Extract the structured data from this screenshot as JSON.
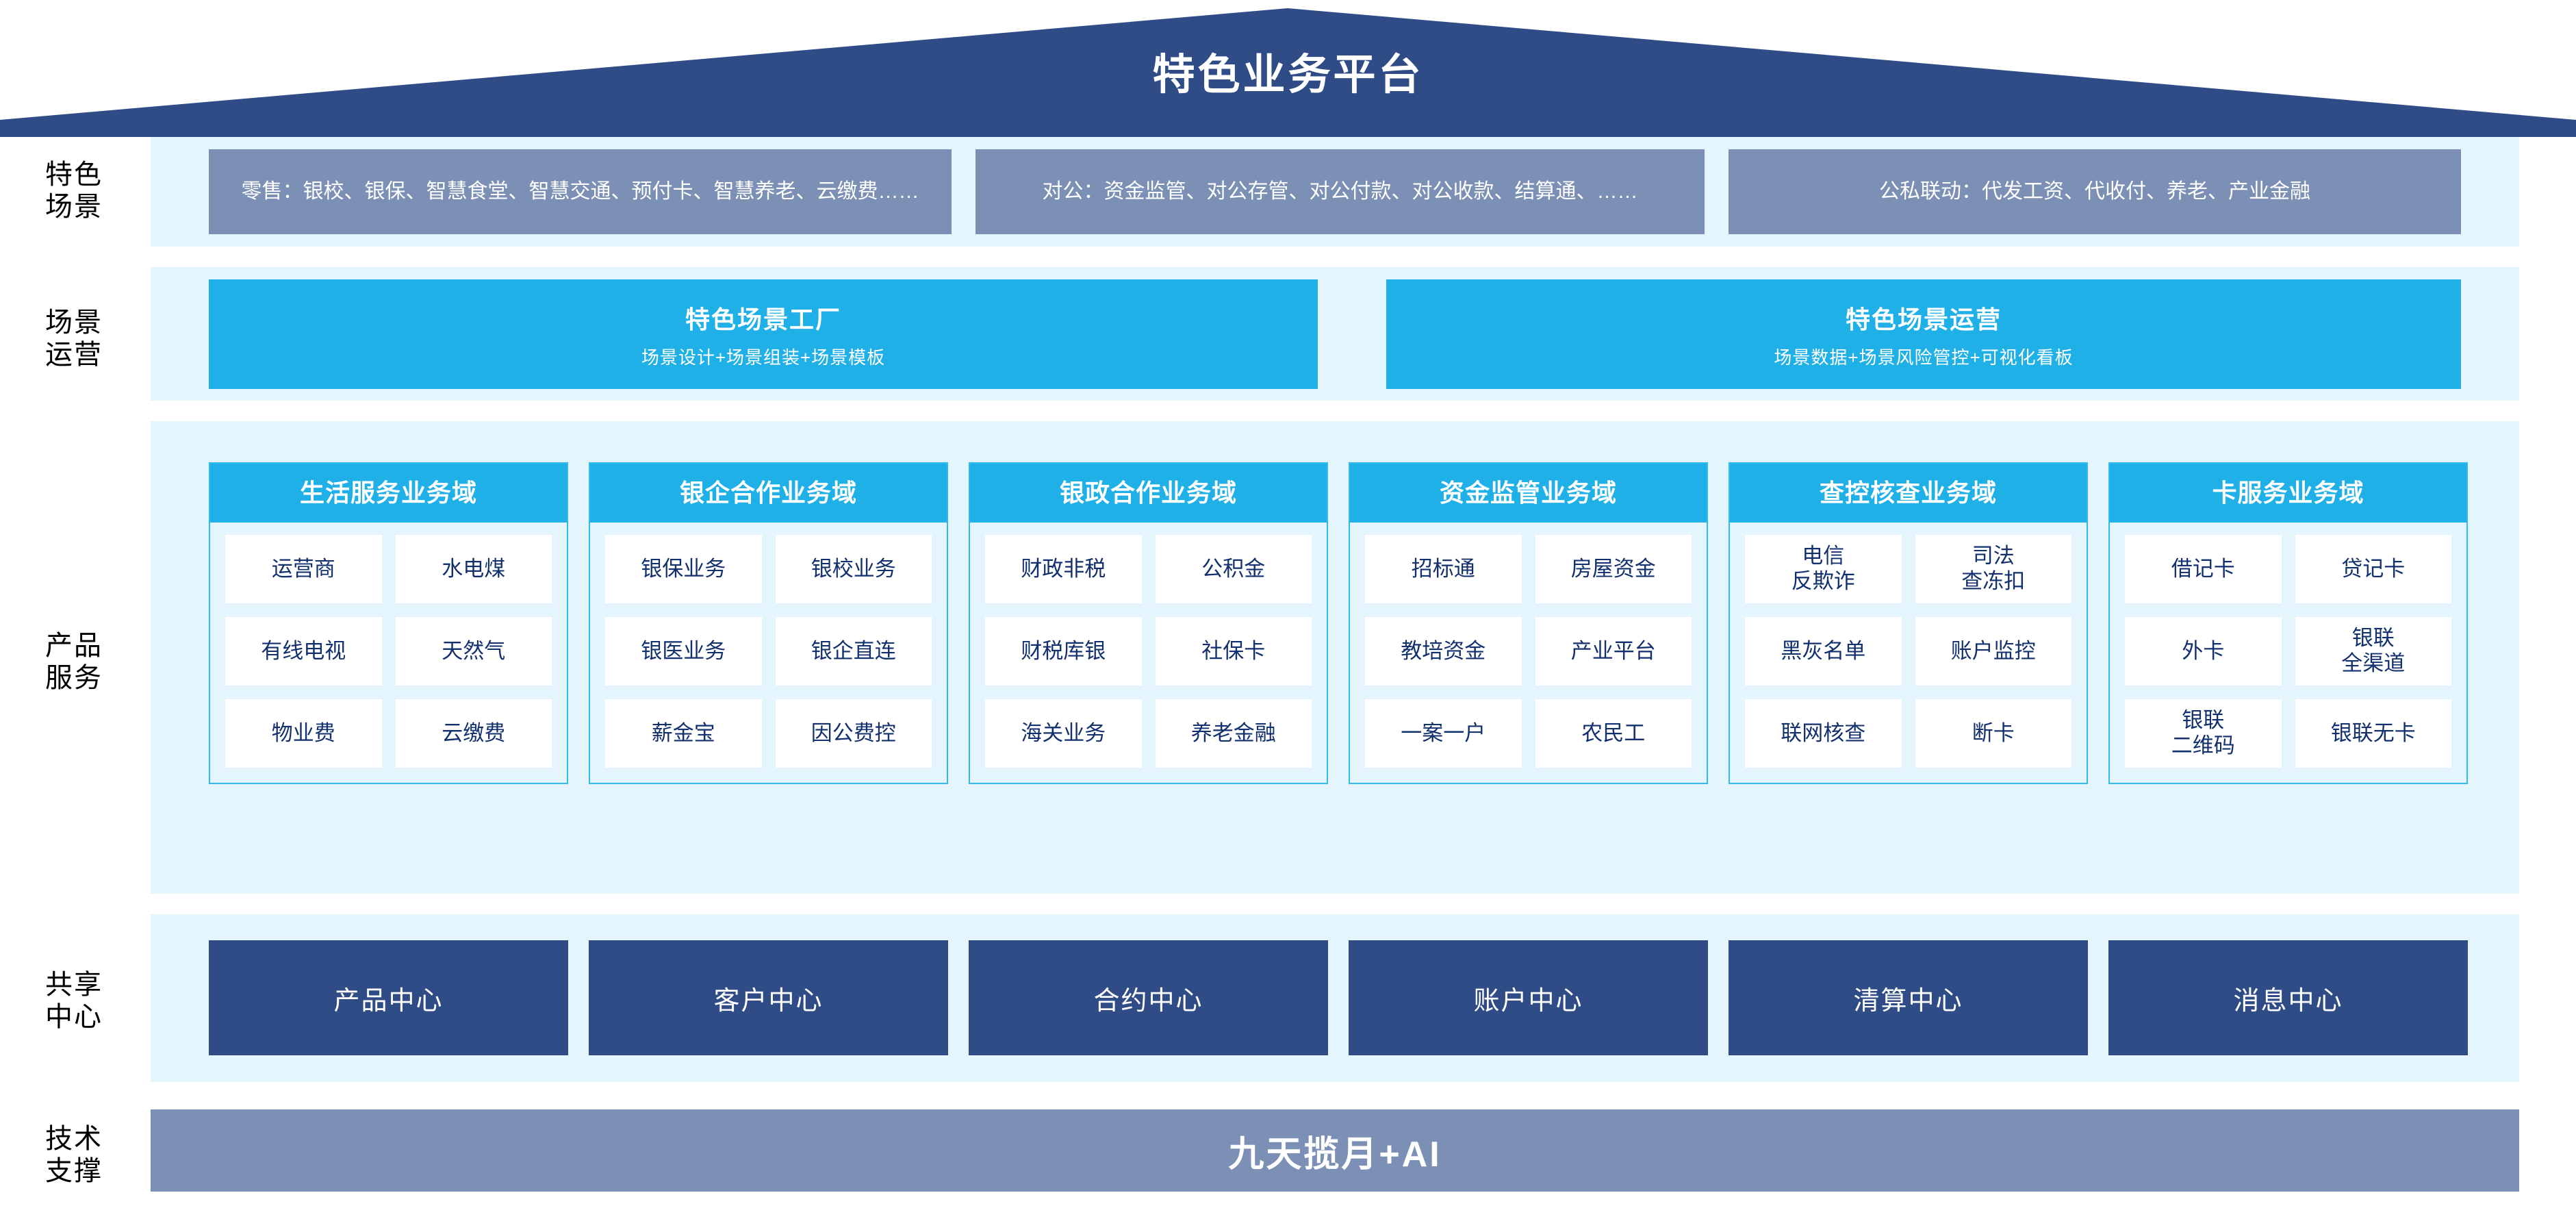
{
  "header": {
    "title": "特色业务平台"
  },
  "colors": {
    "roof": "#2F4C86",
    "band_bg": "#E4F5FD",
    "scene_box": "#7B90B4",
    "cyan": "#20B0E8",
    "navy": "#2F4C86",
    "cell_text": "#12306E"
  },
  "rows": {
    "scene": {
      "label": "特色\n场景"
    },
    "ops": {
      "label": "场景\n运营"
    },
    "product": {
      "label": "产品\n服务"
    },
    "shared": {
      "label": "共享\n中心"
    },
    "tech": {
      "label": "技术\n支撑"
    }
  },
  "scene_boxes": [
    {
      "text": "零售：银校、银保、智慧食堂、智慧交通、预付卡、智慧养老、云缴费……"
    },
    {
      "text": "对公：资金监管、对公存管、对公付款、对公收款、结算通、……"
    },
    {
      "text": "公私联动：代发工资、代收付、养老、产业金融"
    }
  ],
  "ops_boxes": [
    {
      "title": "特色场景工厂",
      "subtitle": "场景设计+场景组装+场景模板"
    },
    {
      "title": "特色场景运营",
      "subtitle": "场景数据+场景风险管控+可视化看板"
    }
  ],
  "product_columns": [
    {
      "title": "生活服务业务域",
      "cells": [
        "运营商",
        "水电煤",
        "有线电视",
        "天然气",
        "物业费",
        "云缴费"
      ]
    },
    {
      "title": "银企合作业务域",
      "cells": [
        "银保业务",
        "银校业务",
        "银医业务",
        "银企直连",
        "薪金宝",
        "因公费控"
      ]
    },
    {
      "title": "银政合作业务域",
      "cells": [
        "财政非税",
        "公积金",
        "财税库银",
        "社保卡",
        "海关业务",
        "养老金融"
      ]
    },
    {
      "title": "资金监管业务域",
      "cells": [
        "招标通",
        "房屋资金",
        "教培资金",
        "产业平台",
        "一案一户",
        "农民工"
      ]
    },
    {
      "title": "查控核查业务域",
      "cells": [
        "电信\n反欺诈",
        "司法\n查冻扣",
        "黑灰名单",
        "账户监控",
        "联网核查",
        "断卡"
      ]
    },
    {
      "title": "卡服务业务域",
      "cells": [
        "借记卡",
        "贷记卡",
        "外卡",
        "银联\n全渠道",
        "银联\n二维码",
        "银联无卡"
      ]
    }
  ],
  "shared_centers": [
    {
      "label": "产品中心"
    },
    {
      "label": "客户中心"
    },
    {
      "label": "合约中心"
    },
    {
      "label": "账户中心"
    },
    {
      "label": "清算中心"
    },
    {
      "label": "消息中心"
    }
  ],
  "tech_support": {
    "text": "九天揽月+AI"
  }
}
